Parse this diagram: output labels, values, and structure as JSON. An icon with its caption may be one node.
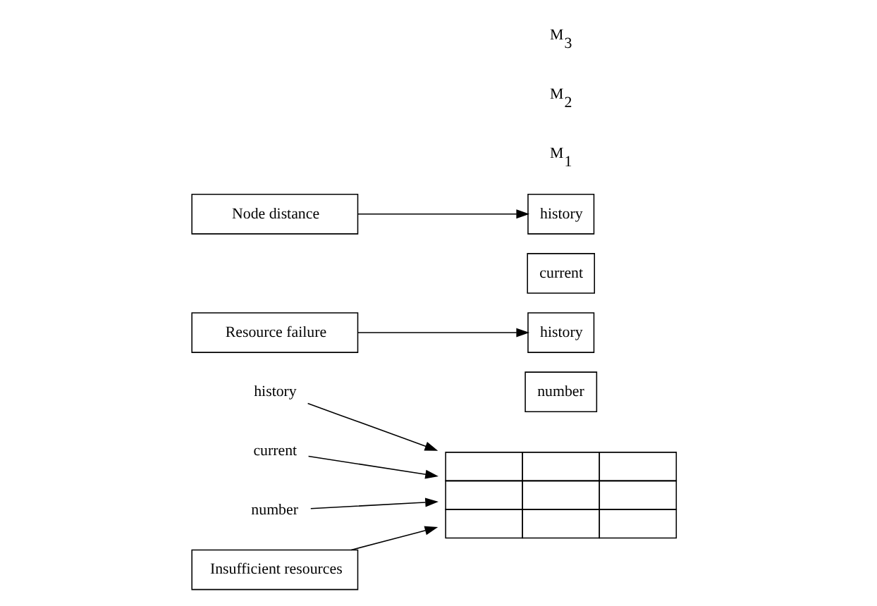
{
  "diagram": {
    "nodes": [
      {
        "text": [
          "history"
        ]
      },
      {
        "text": [
          "current"
        ]
      },
      {
        "text": [
          "number"
        ]
      },
      {
        "text": [],
        "shape": "table"
      },
      {
        "text": [
          "Insufficient resources"
        ]
      },
      {
        "text": [
          "Resource failure"
        ]
      },
      {
        "text": [
          "Node distance"
        ]
      },
      {
        "text": [
          "history"
        ]
      },
      {
        "text": [
          "number"
        ]
      },
      {
        "text": [
          "history"
        ]
      },
      {
        "text": [
          "current"
        ]
      }
    ],
    "edges": [
      {
        "from": 0,
        "to": 3,
        "arrow": "to"
      },
      {
        "from": 1,
        "to": 3,
        "arrow": "to"
      },
      {
        "from": 2,
        "to": 3,
        "arrow": "to"
      },
      {
        "from": 4,
        "to": 3,
        "arrow": "to"
      },
      {
        "from": 5,
        "to": 7,
        "arrow": "to"
      },
      {
        "from": 6,
        "to": 9,
        "arrow": "to"
      }
    ],
    "labels": [
      "M$_{1}$",
      "M$_{2}$",
      "M$_{3}$"
    ]
  }
}
